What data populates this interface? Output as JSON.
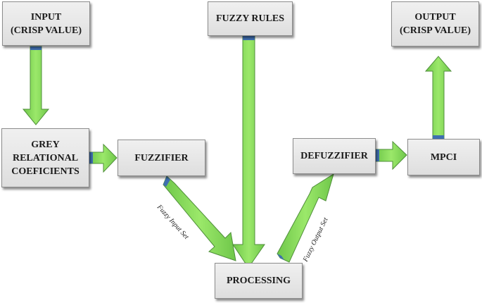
{
  "nodes": {
    "input": "INPUT\n(CRISP VALUE)",
    "fuzzy_rules": "FUZZY RULES",
    "output": "OUTPUT\n(CRISP VALUE)",
    "grey": "GREY\nRELATIONAL\nCOEFICIENTS",
    "fuzzifier": "FUZZIFIER",
    "defuzzifier": "DEFUZZIFIER",
    "mpci": "MPCI",
    "processing": "PROCESSING"
  },
  "edges": {
    "fuzzy_input_set": "Fuzzy Input Set",
    "fuzzy_output_set": "Fuzzy Output Set"
  },
  "colors": {
    "arrow_fill": "#8be05a",
    "arrow_stroke": "#4f8f3a",
    "arrow_band": "#3f6fb0"
  }
}
